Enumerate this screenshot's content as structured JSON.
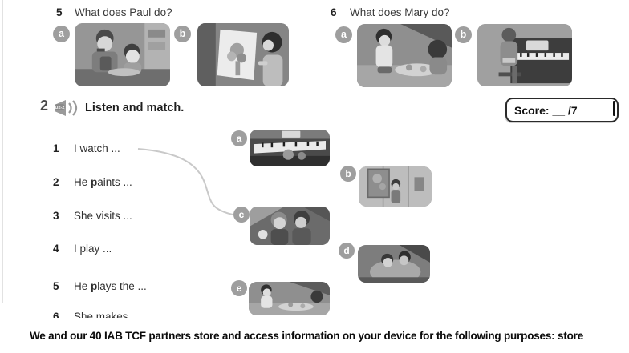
{
  "questions": {
    "q5": {
      "number": "5",
      "text": "What does Paul do?",
      "options": [
        {
          "label": "a"
        },
        {
          "label": "b"
        }
      ]
    },
    "q6": {
      "number": "6",
      "text": "What does Mary do?",
      "options": [
        {
          "label": "a"
        },
        {
          "label": "b"
        }
      ]
    }
  },
  "exercise": {
    "number": "2",
    "audio_badge": "U2-2",
    "title": "Listen and match.",
    "score_text": "Score: __ /7",
    "items": [
      {
        "num": "1",
        "pre": "I watch ...",
        "bold": "",
        "post": ""
      },
      {
        "num": "2",
        "pre": "He ",
        "bold": "p",
        "post": "aints ..."
      },
      {
        "num": "3",
        "pre": "She visits ...",
        "bold": "",
        "post": ""
      },
      {
        "num": "4",
        "pre": "I play ...",
        "bold": "",
        "post": ""
      },
      {
        "num": "5",
        "pre": "He ",
        "bold": "p",
        "post": "lays the ..."
      },
      {
        "num": "6",
        "pre": "She makes ...",
        "bold": "",
        "post": ""
      }
    ],
    "options": [
      {
        "label": "a"
      },
      {
        "label": "b"
      },
      {
        "label": "c"
      },
      {
        "label": "d"
      },
      {
        "label": "e"
      }
    ]
  },
  "consent": {
    "text": "We and our 40 IAB TCF partners store and access information on your device for the following purposes: store"
  },
  "colors": {
    "label_circle": "#9e9e9e",
    "match_line": "#c9c9c9",
    "text": "#2b2b2b"
  }
}
